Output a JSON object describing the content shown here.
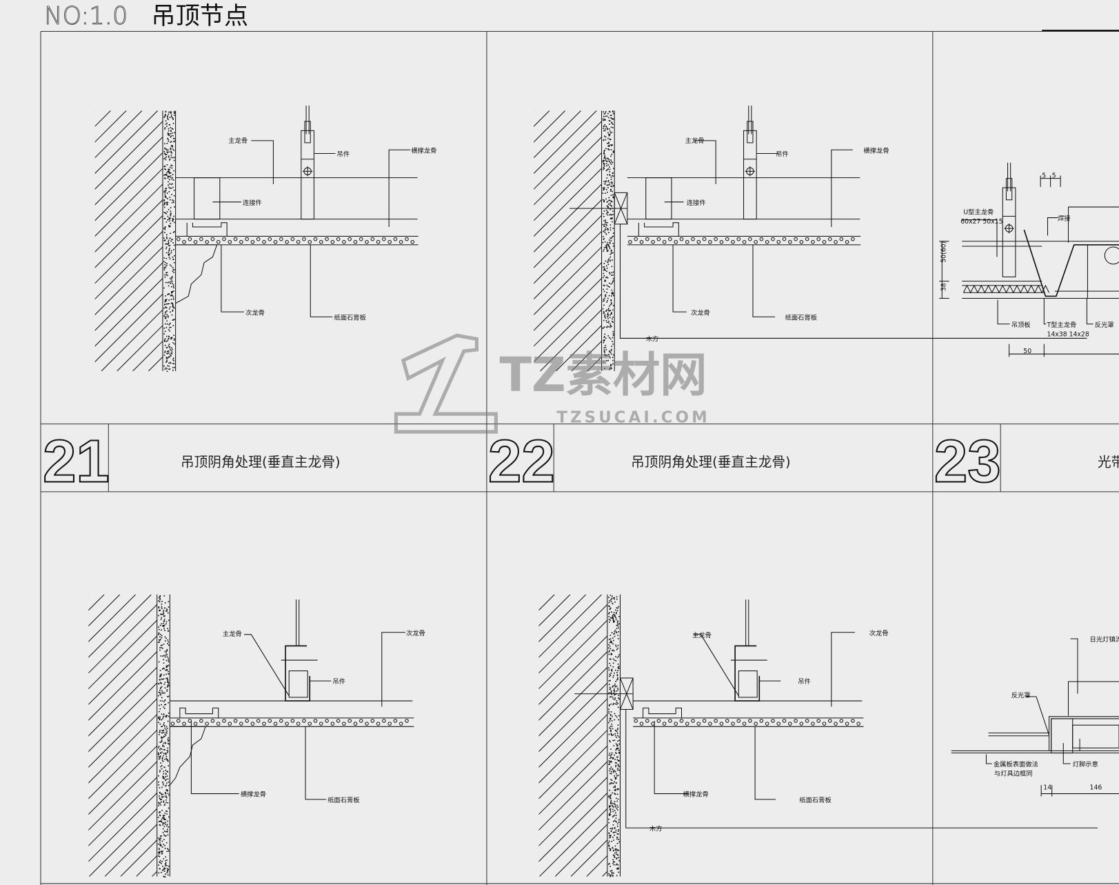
{
  "sheet": {
    "title_prefix": "NO:1.0",
    "title": "吊顶节点"
  },
  "panels": [
    {
      "number": "21",
      "title": "吊顶阴角处理(垂直主龙骨)"
    },
    {
      "number": "22",
      "title": "吊顶阴角处理(垂直主龙骨)"
    },
    {
      "number": "23",
      "title": "光带"
    }
  ],
  "details": {
    "d21": {
      "main_runner": "主龙骨",
      "hanger": "吊件",
      "cross_runner": "横撑龙骨",
      "connector": "连接件",
      "secondary_runner": "次龙骨",
      "gypsum_board": "纸面石膏板"
    },
    "d22": {
      "main_runner": "主龙骨",
      "hanger": "吊件",
      "cross_runner": "横撑龙骨",
      "connector": "连接件",
      "secondary_runner": "次龙骨",
      "gypsum_board": "纸面石膏板",
      "timber": "木方"
    },
    "d23": {
      "u_runner": "U型主龙骨",
      "u_runner_size": "60x27 50x15",
      "weld": "焊接",
      "dim_5a": "5",
      "dim_5b": "5",
      "dim_50_60": "50(60)",
      "dim_38": "38",
      "ceiling_board": "吊顶板",
      "t_runner": "T型主龙骨",
      "t_runner_size": "14x38 14x28",
      "reflector": "反光罩",
      "dim_50": "50"
    },
    "d24": {
      "main_runner": "主龙骨",
      "hanger": "吊件",
      "secondary_runner": "次龙骨",
      "cross_runner": "横撑龙骨",
      "gypsum_board": "纸面石膏板"
    },
    "d25": {
      "main_runner": "主龙骨",
      "hanger": "吊件",
      "secondary_runner": "次龙骨",
      "cross_runner": "横撑龙骨",
      "gypsum_board": "纸面石膏板",
      "timber": "木方"
    },
    "d26": {
      "tube": "日光灯镇流",
      "reflector": "反光罩",
      "metal_note_1": "金属板表面做法",
      "metal_note_2": "与灯具边框同",
      "lamp_foot": "灯脚示意",
      "dim_14": "14",
      "dim_146": "146"
    }
  },
  "watermark": {
    "brand": "TZ素材网",
    "url": "TZSUCAI.COM"
  }
}
